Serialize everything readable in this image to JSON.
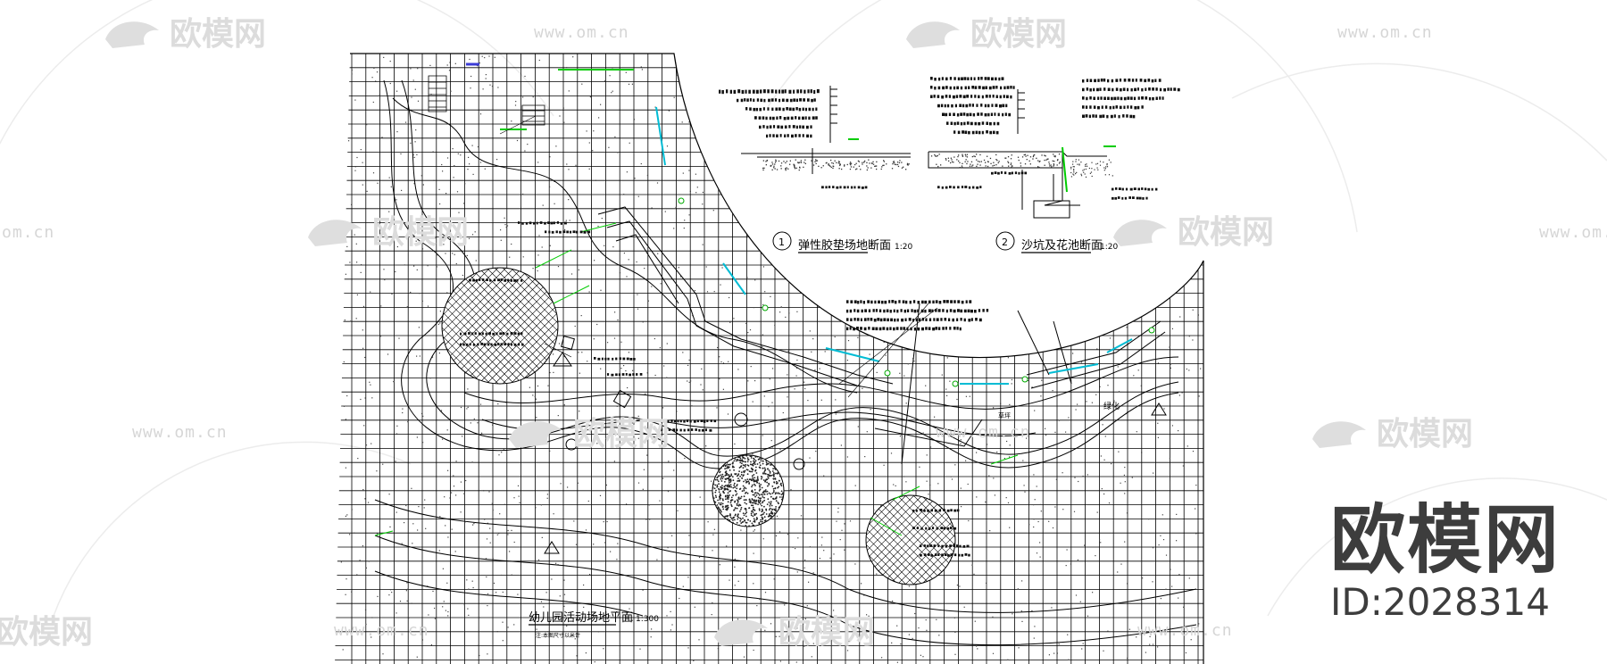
{
  "watermarks": {
    "brand": "欧模网",
    "url": "www.om.cn",
    "url_partial": "om.cn"
  },
  "sections": {
    "section1_num": "1",
    "section1_title": "弹性胶垫场地断面",
    "section1_scale": "1:20",
    "section2_num": "2",
    "section2_title": "沙坑及花池断面",
    "section2_scale": "1:20"
  },
  "plan": {
    "title": "幼儿园活动场地平面",
    "scale": "1:300",
    "note": "注:本图尺寸以米计",
    "label_grass": "草坪",
    "label_green": "绿化"
  },
  "brand": {
    "name": "欧模网",
    "id": "ID:2028314"
  },
  "colors": {
    "line": "#000000",
    "accent_green": "#00cc00",
    "accent_cyan": "#00bcd4",
    "accent_blue": "#3b3bd6",
    "watermark": "#dcdcdc",
    "brand_text": "#3d3d3d"
  }
}
